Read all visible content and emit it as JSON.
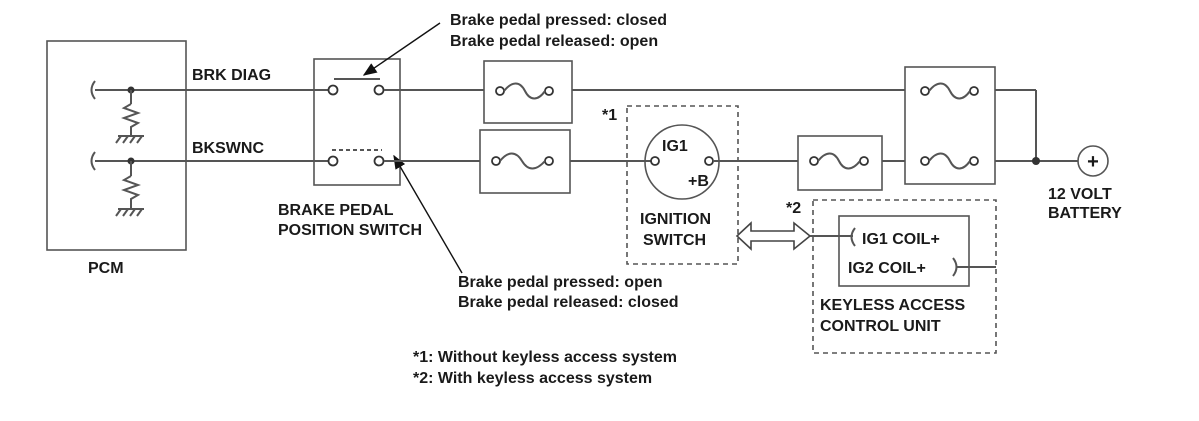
{
  "labels": {
    "pcm": "PCM",
    "brk_diag": "BRK DIAG",
    "bkswnc": "BKSWNC",
    "switch_name_line1": "BRAKE PEDAL",
    "switch_name_line2": "POSITION SWITCH",
    "note_top_line1": "Brake pedal pressed: closed",
    "note_top_line2": "Brake pedal released: open",
    "note_bottom_line1": "Brake pedal pressed: open",
    "note_bottom_line2": "Brake pedal released: closed",
    "ig1": "IG1",
    "plus_b": "+B",
    "ignition_line1": "IGNITION",
    "ignition_line2": "SWITCH",
    "star1": "*1",
    "star2": "*2",
    "ig1_coil": "IG1 COIL+",
    "ig2_coil": "IG2 COIL+",
    "keyless_line1": "KEYLESS ACCESS",
    "keyless_line2": "CONTROL UNIT",
    "battery_line1": "12 VOLT",
    "battery_line2": "BATTERY",
    "battery_symbol": "+",
    "footnote1": "*1: Without keyless access system",
    "footnote2": "*2: With keyless access system"
  },
  "colors": {
    "wire": "#555555",
    "text": "#1a1a1a",
    "background": "#ffffff"
  }
}
